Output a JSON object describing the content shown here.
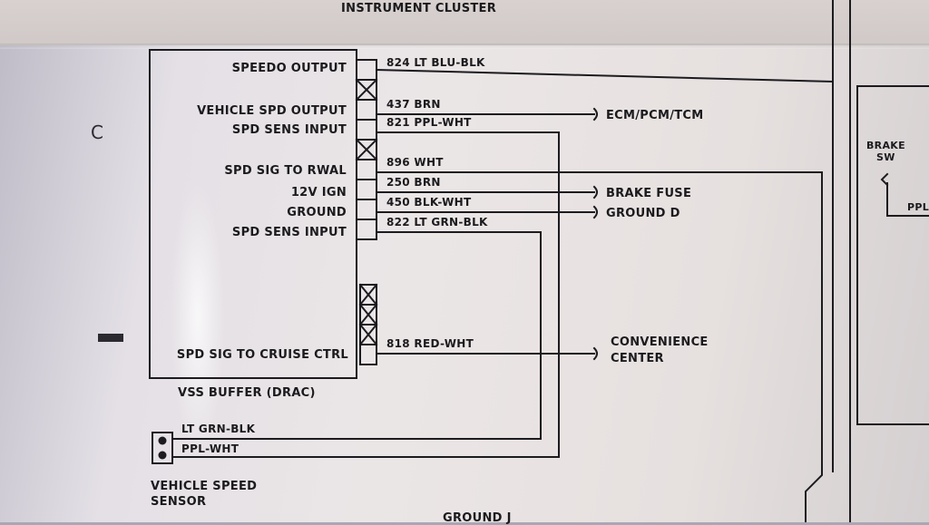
{
  "header": {
    "section_title": "INSTRUMENT CLUSTER"
  },
  "margin": {
    "row_letter": "C"
  },
  "module": {
    "name": "VSS BUFFER (DRAC)",
    "pins": [
      "SPEEDO OUTPUT",
      "VEHICLE SPD OUTPUT",
      "SPD SENS INPUT",
      "SPD SIG TO RWAL",
      "12V IGN",
      "GROUND",
      "SPD SENS INPUT",
      "SPD SIG TO CRUISE CTRL"
    ]
  },
  "wires": [
    "824 LT BLU-BLK",
    "437 BRN",
    "821 PPL-WHT",
    "896 WHT",
    "250 BRN",
    "450 BLK-WHT",
    "822 LT GRN-BLK",
    "818 RED-WHT"
  ],
  "destinations": {
    "ecm": "ECM/PCM/TCM",
    "brake_fuse": "BRAKE FUSE",
    "ground_d": "GROUND D",
    "convenience_1": "CONVENIENCE",
    "convenience_2": "CENTER"
  },
  "sensor": {
    "wire_1": "LT GRN-BLK",
    "wire_2": "PPL-WHT",
    "name_1": "VEHICLE SPEED",
    "name_2": "SENSOR"
  },
  "right_panel": {
    "brake_1": "BRAKE",
    "brake_2": "SW",
    "ppl": "PPL"
  },
  "footer": {
    "ground_label": "GROUND J"
  }
}
